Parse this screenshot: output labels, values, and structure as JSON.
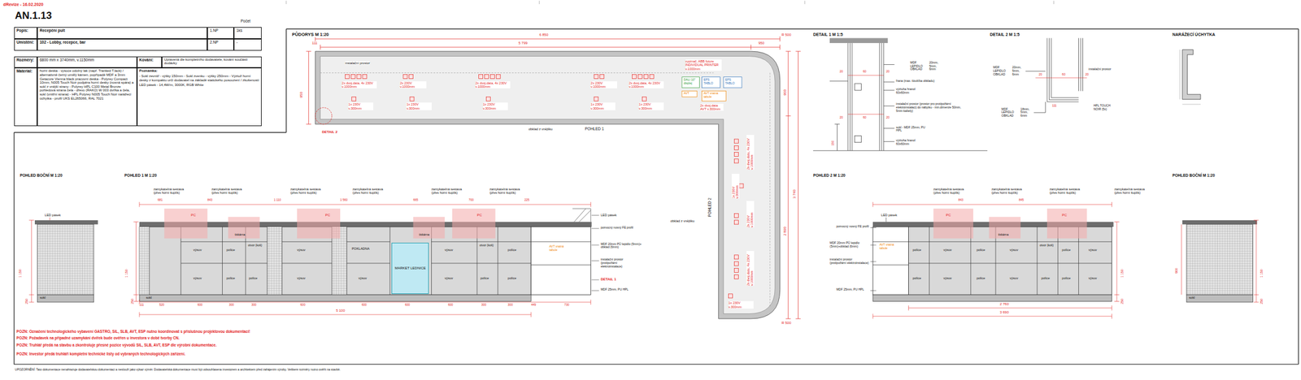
{
  "diagram": {
    "title": "AN.1.13",
    "nodes": [
      {
        "text": [
          "Popis:"
        ]
      },
      {
        "text": [
          "Recepční pult"
        ]
      },
      {
        "text": [
          "Umístění:"
        ]
      },
      {
        "text": [
          "102 - Lobby, recepce, bar"
        ]
      },
      {
        "text": [
          "1.NP"
        ]
      },
      {
        "text": [
          "1ks"
        ]
      },
      {
        "text": [
          "2.NP"
        ]
      },
      {
        "text": [
          "-"
        ]
      },
      {
        "text": [
          "Rozměry:"
        ]
      },
      {
        "text": [
          "6800 mm x 3740mm, v.1150mm"
        ]
      },
      {
        "text": [
          "Kování:"
        ]
      },
      {
        "text": [
          "Upravená dle kompletního dodavatele, kování součástí dodávky"
        ]
      },
      {
        "text": [
          "Materiál:"
        ]
      },
      {
        "text": [
          "horní deska - vysoce odolný lak (např. Tranked T.lack) / alternativně černý umělý kámen, popřípadě MDF a 3mm Getacore Vienna black pracovní deska - Polyrey Compact 10mm, N005 Touch Noir podpěra horní desky (nosná spára) a sokl z vnější strany - Polyrey HPL C100 Metal Bronze pohledová strana čela - dřevo (RAKO) W 003 dvířka a čela, sokl (vnitřní strana) - HPL Polyrey N005 Touch Noir narážecí úchytka - profil UKS EL265066, RAL 7021"
        ]
      },
      {
        "text": [
          "Poznámka:",
          "- Sokl zevnitř - výšky 150mm - Sokl zvenku - výšky 250mm - Výztuž horní desky z kompaktu určí dodavatel na základě statického posouzení / zkušeností",
          "LED pásek - 14,4W/m, 3000K, RGB White"
        ]
      },
      {
        "text": [
          "MARKET LEDNICE"
        ]
      }
    ],
    "labels": [
      "dRevize - 16.02.2020",
      "Počet",
      "PŮDORYS M 1:20",
      "6 850",
      "5 799",
      "950",
      "111",
      "R 500",
      "950",
      "960",
      "2 890",
      "3 740",
      "R 500",
      "instalační prostor",
      "DETAIL 2",
      "obklad z vnějšku",
      "POHLED 1",
      "POHLED 2",
      "obklad z vnějšku",
      "2x dvoj.data, 4x 230V v.1000mm",
      "1x 230V v.300mm",
      "2x 230V v.1000mm",
      "1x 230V v.300mm",
      "2x dvoj.data, 4x 230V v.1000mm",
      "1x 230V v.300mm",
      "2x 230V v.1000mm",
      "1x 230V v.300mm",
      "2x dvoj.data, 4x 230V v.1000mm",
      "1x 230V v.300mm",
      "vypínač, ABB future INDIVIDUAL PRINTER v.1000mm",
      "DALI 10\" displej",
      "EPS TABLO",
      "EPS TABLO",
      "AVT",
      "AVT vratná tabule",
      "2x dvoj.data AVT v.300mm",
      "2x dvoj.data, 4x 230V v.1000mm",
      "1x 230V v.300mm",
      "2x 230V v.1000mm",
      "2x dvoj.data, 4x 230V v.1000mm",
      "1x 230V v.300mm",
      "DETAIL 1 M 1:5",
      "MDF LEPIDLO OBKLAD",
      "20mm, 5mm, 6mm",
      "frana (max. tloušťka obkladu)",
      "výztuha hranol 60x60mm",
      "instalační prostor (prostor pro protipožární elektroinstalaci) do nábytku - min.dimenze 50mm, 5mm kabely)",
      "sokl - MDF 25mm, PU HPL",
      "výztuha hranol 60x60mm",
      "20",
      "60",
      "20",
      "20",
      "60",
      "20",
      "150",
      "DETAIL 2 M 1:5",
      "MDF LEPIDLO OBKLAD",
      "20mm, 5mm, 6mm",
      "instalační prostor",
      "MDF LEPIDLO OBKLAD",
      "18mm, 5mm, 6mm",
      "HPL TOUCH NOIR (5x)",
      "111",
      "20",
      "60",
      "20",
      "NARÁŽECÍ ÚCHYTKA",
      "POHLED BOČNÍ M 1:20",
      "POHLED 1 M 1:20",
      "POHLED 2 M 1:20",
      "POHLED BOČNÍ M 1:20",
      "LED pásek",
      "sokl",
      "1 150",
      "250",
      "zamykatelná sestava (přes horní šuplík)",
      "zamykatelná sestava (přes horní šuplík)",
      "zamykatelná sestava (přes horní šuplík)",
      "zamykatelná sestava (přes horní šuplík)",
      "zamykatelná sestava (přes horní šuplík)",
      "zamykatelná sestava (přes horní šuplík)",
      "681",
      "843",
      "1 110",
      "1 560",
      "665",
      "700",
      "225",
      "PC",
      "PC",
      "PC",
      "tiskárna",
      "tiskárna",
      "výsuv",
      "výsuv",
      "police",
      "police",
      "otvor (koš)",
      "police",
      "výsuv",
      "výsuv",
      "POKLADNA",
      "výsuv",
      "výsuv",
      "výsuv",
      "otvor (koš)",
      "police",
      "police",
      "police",
      "AVT vratná tabule",
      "sokl",
      "111",
      "520",
      "600",
      "300",
      "300",
      "600",
      "600",
      "600",
      "600",
      "300",
      "300",
      "449",
      "730",
      "5 100",
      "LED pásek",
      "pomocný nosný FE profil",
      "MDF 20mm PÚ lepidlo (5mm)+ obklad (6mm)",
      "instalační prostor (protipožární elektroinstalace)",
      "DETAIL 1",
      "MDF 25mm, PU HPL",
      "1 150",
      "250",
      "LED pásek",
      "pomocný nosný FE profil",
      "MDF 20mm PÚ lepidlo (5mm)+obklad (6mm)",
      "instalační prostor (protipožární elektroinstalace)",
      "MDF 25mm, PU HPL",
      "AVT vratná tabule",
      "zamykatelná sestava (přes horní šuplík)",
      "zamykatelná sestava (přes horní šuplík)",
      "zamykatelná sestava (přes horní šuplík)",
      "zamykatelná sestava (přes horní šuplík)",
      "843",
      "845",
      "PC",
      "PC",
      "tiskárna",
      "police",
      "police",
      "výsuv",
      "výsuv",
      "police",
      "police",
      "výsuv",
      "výsuv",
      "otvor (koš)",
      "police",
      "police",
      "police",
      "výsuv",
      "výsuv",
      "2 760",
      "3 690",
      "1 150",
      "250",
      "sokl",
      "1 150",
      "250",
      "900",
      "POZN: Označení technologického vybavení GASTRO, SIL, SLB, AVT, ESP nutno koordinovat s příslušnou projektovou dokumentací!",
      "POZN: Požadavek na případné uzamykání dvířek bude ověřen u investora v době tvorby CN.",
      "POZN: Truhlář předá na stavbu a zkontroluje přesné pozice vývodů SIL, SLB, AVT, ESP dle výrobní dokumentace.",
      "POZN: Investor předá truhláři kompletní technické listy od vybraných technologických zařízení.",
      "UPOZORNĚNÍ: Tato dokumentace nenahrazuje dodavatelskou dokumentaci a neslouží jako výkaz výměr. Dodavatelská dokumentace musí být odsouhlasena investorem a architektem před zahájením výroby. Veškeré rozměry nutno ověřit na stavbě."
    ]
  }
}
